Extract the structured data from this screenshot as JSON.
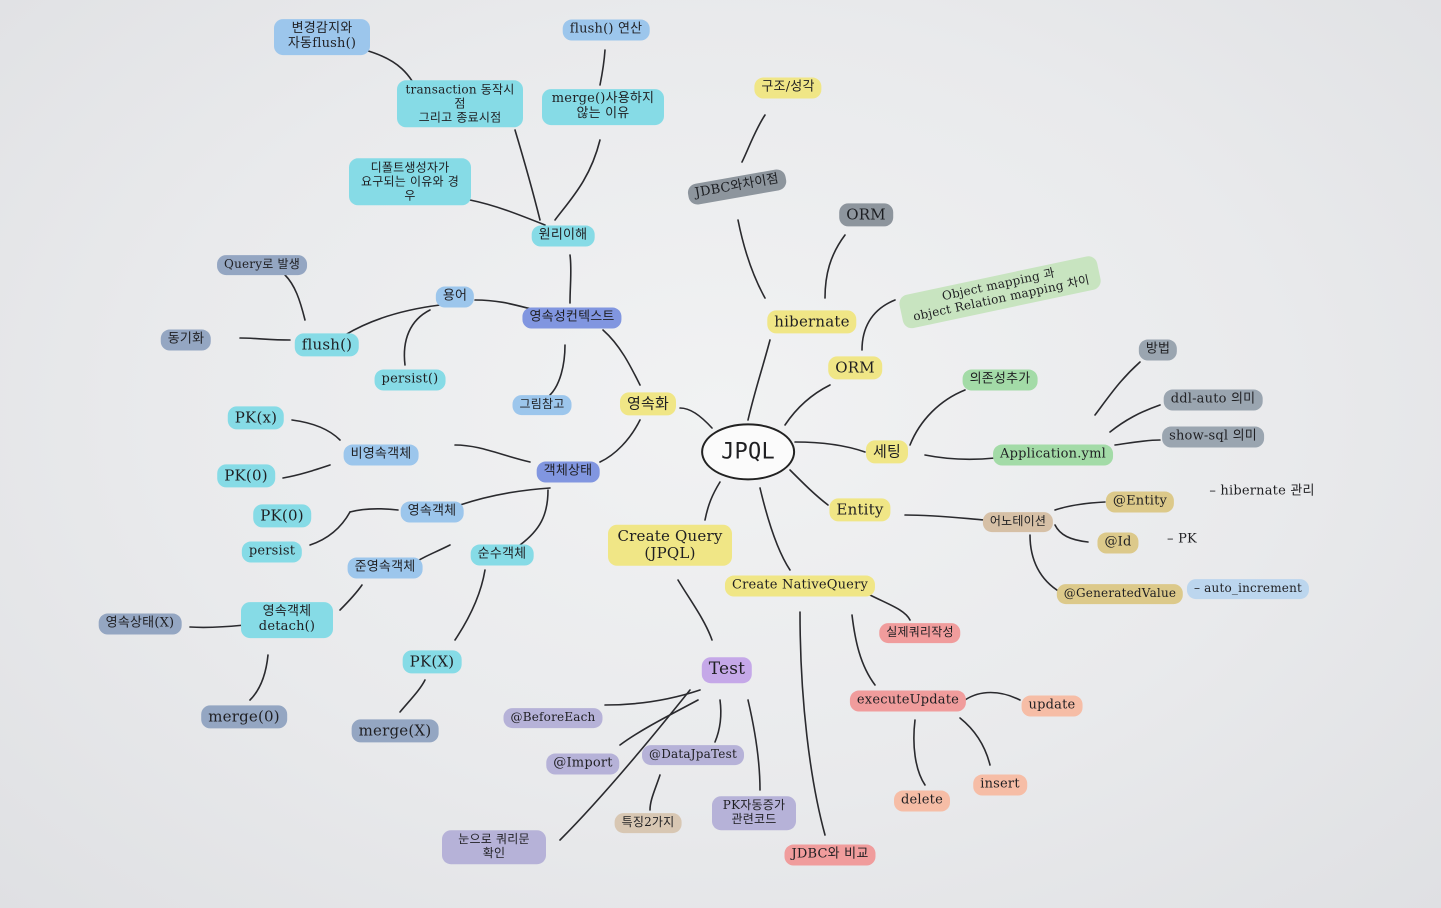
{
  "center": "JPQL",
  "nodes": {
    "persistence": "영속화",
    "pctx": "영속성컨텍스트",
    "principle": "원리이해",
    "txn_1": "transaction 동작시점",
    "txn_2": "그리고 종료시점",
    "dirty_1": "변경감지와",
    "dirty_2": "자동flush()",
    "flush_op": "flush() 연산",
    "merge_why_1": "merge()사용하지",
    "merge_why_2": "않는 이유",
    "default_1": "디폴트생성자가",
    "default_2": "요구되는 이유와 경우",
    "term": "용어",
    "query_issue": "Query로 발생",
    "flush": "flush()",
    "sync": "동기화",
    "persist_fn": "persist()",
    "figure": "그림참고",
    "obj_state": "객체상태",
    "nonpersist": "비영속객체",
    "pkx": "PK(x)",
    "pk0": "PK(0)",
    "persist_obj": "영속객체",
    "pk0b": "PK(0)",
    "persist_word": "persist",
    "transient": "준영속객체",
    "detach_1": "영속객체",
    "detach_2": "detach()",
    "nonpersist_state": "영속상태(X)",
    "merge0": "merge(0)",
    "pure": "순수객체",
    "pkx2": "PK(X)",
    "mergex": "merge(X)",
    "jdbc_diff": "JDBC와차이점",
    "struct": "구조/성각",
    "hibernate": "hibernate",
    "orm_top": "ORM",
    "orm": "ORM",
    "om_1": "Object mapping 과",
    "om_2": "object Relation mapping 차이",
    "settings": "세팅",
    "add_dep": "의존성추가",
    "app_yml": "Application.yml",
    "method": "방법",
    "ddl": "ddl-auto 의미",
    "showsql": "show-sql 의미",
    "entity": "Entity",
    "annotation": "어노테이션",
    "at_entity": "@Entity",
    "hib_manage": "– hibernate 관리",
    "at_id": "@Id",
    "pk": "– PK",
    "gen_value": "@GeneratedValue",
    "auto_inc": "– auto_increment",
    "create_query_1": "Create Query",
    "create_query_2": "(JPQL)",
    "create_native": "Create NativeQuery",
    "real_query": "실제쿼리작성",
    "exec_update": "executeUpdate",
    "update": "update",
    "delete": "delete",
    "insert": "insert",
    "jdbc_cmp": "JDBC와 비교",
    "test": "Test",
    "before_each": "@BeforeEach",
    "import": "@Import",
    "datajpa": "@DataJpaTest",
    "features": "특징2가지",
    "pk_auto_1": "PK자동증가",
    "pk_auto_2": "관련코드",
    "eye_1": "눈으로 쿼리문",
    "eye_2": "확인"
  },
  "colors": {
    "cyan": "#86dbe6",
    "blue": "#9cc6ec",
    "navy": "#94a6c2",
    "indigo": "#8196e0",
    "yellow": "#f0e686",
    "green": "#a3dba7",
    "gray": "#8d959d",
    "purple": "#c5a8e8",
    "salmon": "#f09c9c"
  }
}
